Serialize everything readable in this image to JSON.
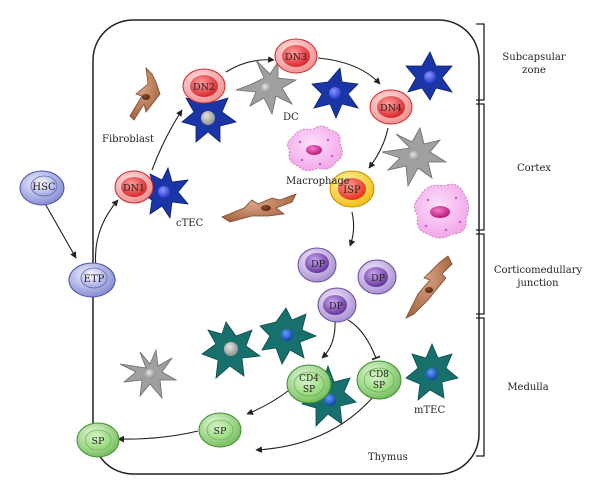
{
  "title": "",
  "cells": {
    "hsc": "HSC",
    "etp": "ETP",
    "dn1": "DN1",
    "dn2": "DN2",
    "dn3": "DN3",
    "dn4": "DN4",
    "isp": "ISP",
    "dp1": "DP",
    "dp2": "DP",
    "dp3": "DP",
    "cd4": "CD4",
    "cd4_sp": "SP",
    "cd8": "CD8",
    "cd8_sp": "SP",
    "sp1": "SP",
    "sp2": "SP"
  },
  "labels": {
    "fibroblast": "Fibroblast",
    "dc": "DC",
    "macrophage": "Macrophage",
    "ctec": "cTEC",
    "mtec": "mTEC",
    "thymus": "Thymus"
  },
  "zones": {
    "subcapsular": [
      "Subcapsular",
      "zone"
    ],
    "cortex": "Cortex",
    "corticomedullary": [
      "Corticomedullary",
      "junction"
    ],
    "medulla": "Medulla"
  },
  "colors": {
    "blue_cell": "#8f95d8",
    "red_cell": "#e85c5c",
    "isp_cell": "#f1c10c",
    "purple_cell": "#a487c9",
    "green_cell": "#7ec46a",
    "ctec": "#1a35a6",
    "mtec": "#17706c",
    "dc": "#9a9a9a",
    "fibroblast": "#b87a55",
    "macrophage": "#f2a8ea"
  }
}
